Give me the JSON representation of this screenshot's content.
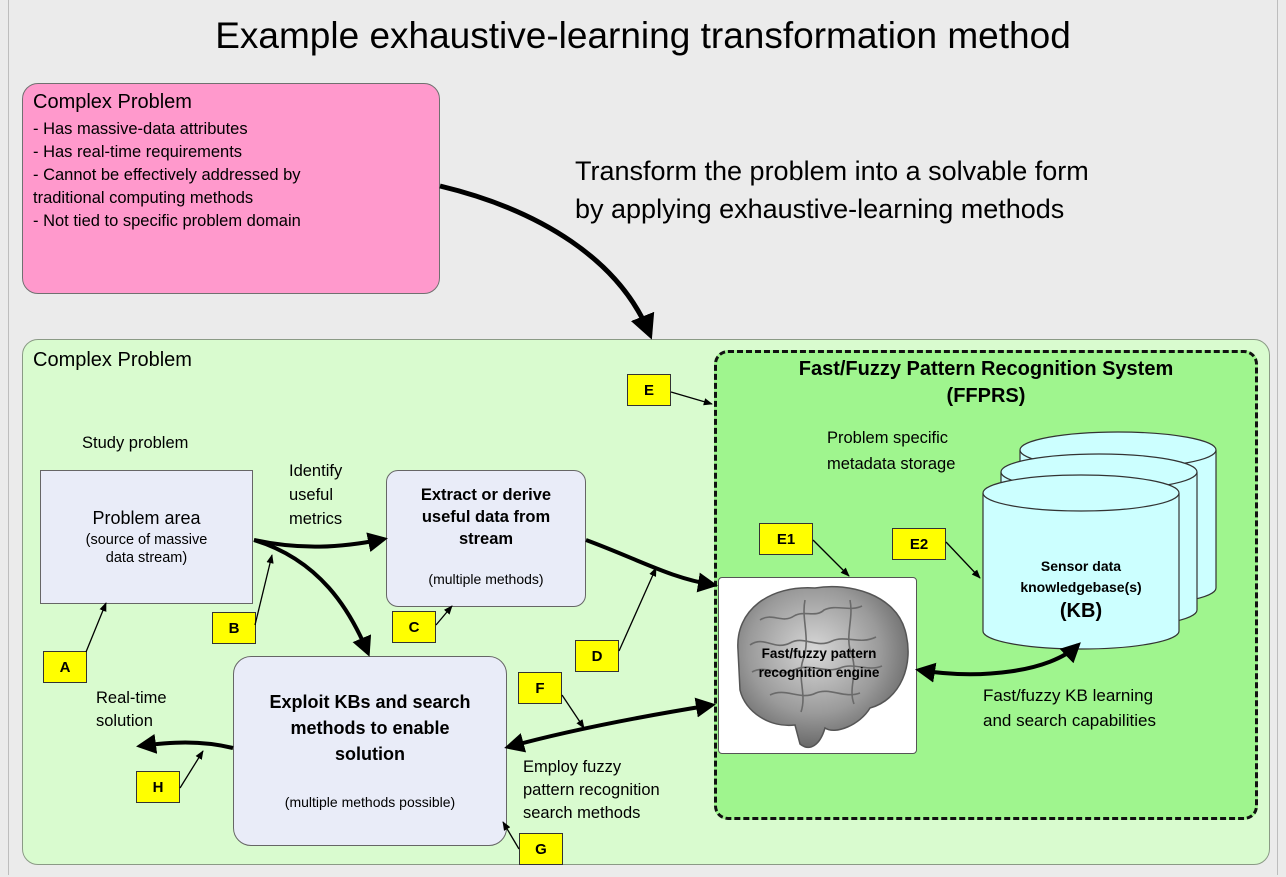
{
  "title": "Example exhaustive-learning transformation method",
  "problem_box": {
    "heading": "Complex Problem",
    "lines": [
      "- Has massive-data attributes",
      "- Has real-time requirements",
      "- Cannot be effectively addressed by",
      "traditional computing methods",
      "- Not tied to specific problem domain"
    ]
  },
  "transform_text": [
    "Transform the problem into a solvable form",
    "by applying exhaustive-learning methods"
  ],
  "solution_area": {
    "heading": "Complex Problem",
    "study_label": "Study problem",
    "problem_area": {
      "title": "Problem area",
      "subtitle": [
        "(source of massive",
        "data stream)"
      ]
    },
    "identify_label": [
      "Identify",
      "useful",
      "metrics"
    ],
    "extract_box": {
      "title": [
        "Extract or derive",
        "useful data from",
        "stream"
      ],
      "subtitle": "(multiple methods)"
    },
    "exploit_box": {
      "title": [
        "Exploit KBs and search",
        "methods to enable",
        "solution"
      ],
      "subtitle": "(multiple methods possible)"
    },
    "realtime_label": [
      "Real-time",
      "solution"
    ],
    "employ_label": [
      "Employ fuzzy",
      "pattern recognition",
      "search methods"
    ]
  },
  "ffprs": {
    "title": [
      "Fast/Fuzzy Pattern Recognition System",
      "(FFPRS)"
    ],
    "metadata_label": [
      "Problem specific",
      "metadata storage"
    ],
    "kb_label": [
      "Sensor data",
      "knowledgebase(s)",
      "(KB)"
    ],
    "engine_label": [
      "Fast/fuzzy pattern",
      "recognition engine"
    ],
    "learning_label": [
      "Fast/fuzzy KB learning",
      "and search capabilities"
    ]
  },
  "tags": {
    "A": "A",
    "B": "B",
    "C": "C",
    "D": "D",
    "E": "E",
    "E1": "E1",
    "E2": "E2",
    "F": "F",
    "G": "G",
    "H": "H"
  },
  "colors": {
    "background": "#ebebeb",
    "problem_box": "#ff99cc",
    "outer_area": "#d9fbcf",
    "ffprs_area": "#9ff58e",
    "process_box": "#e9ecf8",
    "kb_cylinder": "#ccffff",
    "tag": "#ffff00"
  },
  "icons": [
    "brain-image",
    "database-cylinder-icon"
  ]
}
